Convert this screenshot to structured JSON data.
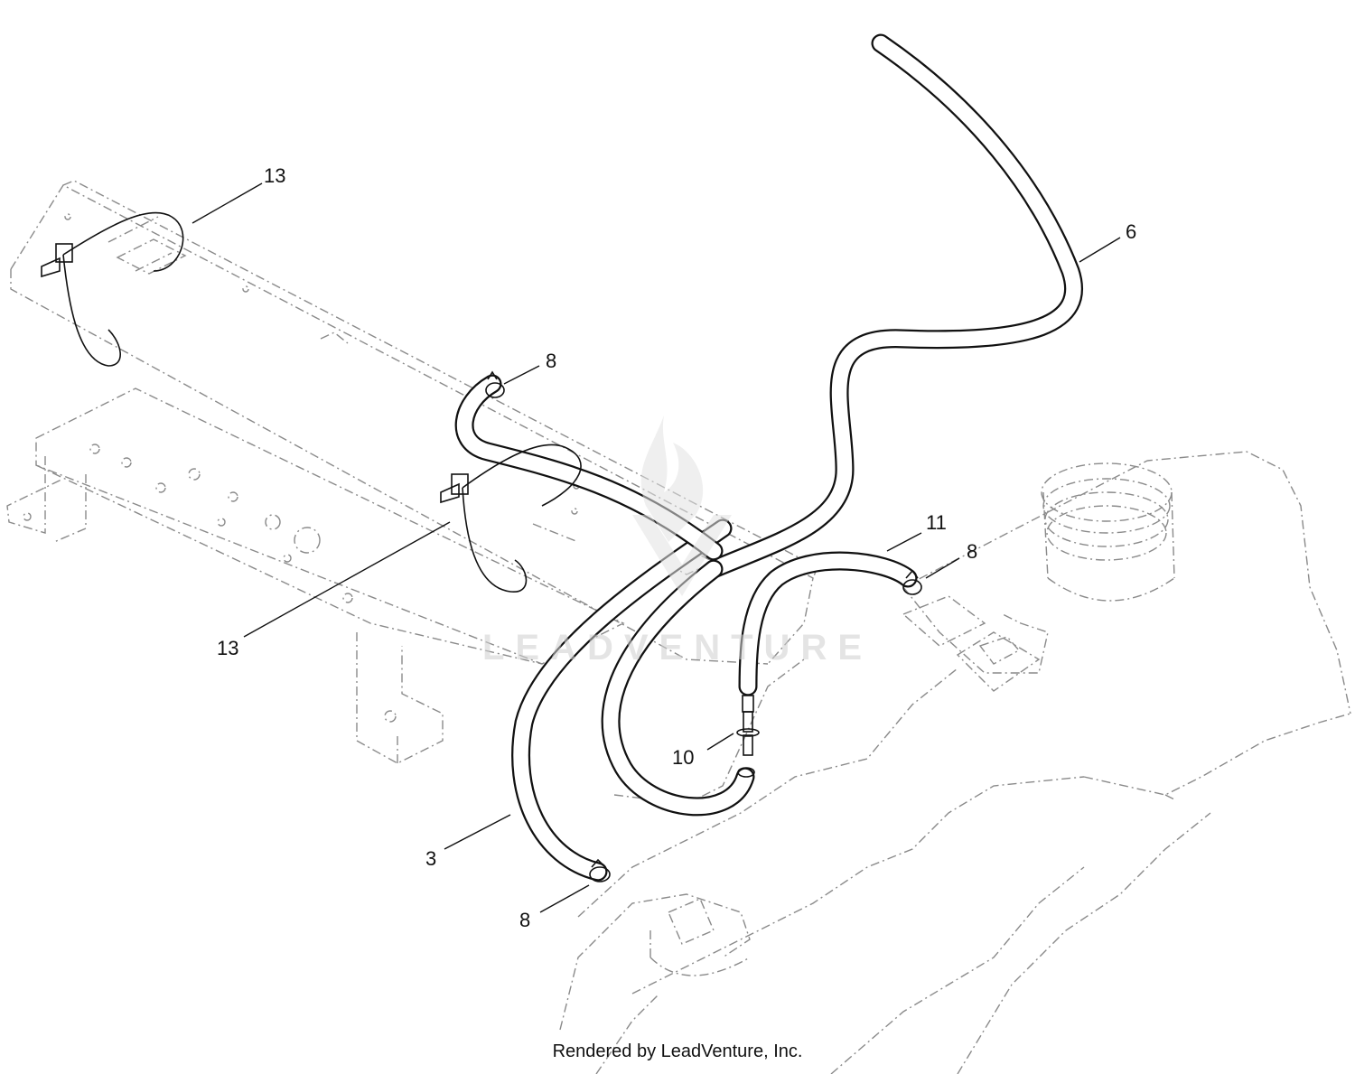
{
  "diagram": {
    "callouts": [
      {
        "id": "c13a",
        "label": "13"
      },
      {
        "id": "c6",
        "label": "6"
      },
      {
        "id": "c8a",
        "label": "8"
      },
      {
        "id": "c11",
        "label": "11"
      },
      {
        "id": "c8b",
        "label": "8"
      },
      {
        "id": "c13b",
        "label": "13"
      },
      {
        "id": "c10",
        "label": "10"
      },
      {
        "id": "c3",
        "label": "3"
      },
      {
        "id": "c8c",
        "label": "8"
      }
    ],
    "watermark": "LEADVENTURE",
    "footer": "Rendered by LeadVenture, Inc."
  }
}
